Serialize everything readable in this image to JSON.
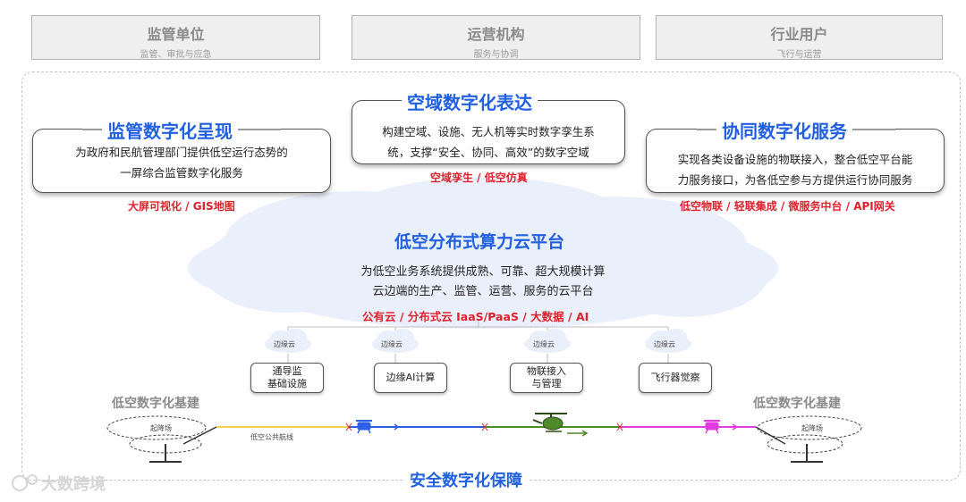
{
  "stakeholders": [
    {
      "title": "监管单位",
      "subtitle": "监管、审批与应急"
    },
    {
      "title": "运营机构",
      "subtitle": "服务与协调"
    },
    {
      "title": "行业用户",
      "subtitle": "飞行与运营"
    }
  ],
  "left_card": {
    "title": "监管数字化呈现",
    "lines": [
      "为政府和民航管理部门提供低空运行态势的",
      "一屏综合监管数字化服务"
    ],
    "tags": "大屏可视化 / GIS地图"
  },
  "center_card": {
    "title": "空域数字化表达",
    "lines": [
      "构建空域、设施、无人机等实时数字孪生系",
      "统，支撑“安全、协同、高效”的数字空域"
    ],
    "tags": "空域孪生 / 低空仿真"
  },
  "right_card": {
    "title": "协同数字化服务",
    "lines": [
      "实现各类设备设施的物联接入，整合低空平台能",
      "力服务接口，为各低空参与方提供运行协同服务"
    ],
    "tags": "低空物联 / 轻联集成 / 微服务中台 / API网关"
  },
  "platform": {
    "title": "低空分布式算力云平台",
    "lines": [
      "为低空业务系统提供成熟、可靠、超大规模计算",
      "云边端的生产、监管、运营、服务的云平台"
    ],
    "tags": "公有云 / 分布式云 IaaS/PaaS / 大数据 / AI"
  },
  "edge_clouds": [
    {
      "cloud_label": "边缘云",
      "box_lines": [
        "通导监",
        "基础设施"
      ]
    },
    {
      "cloud_label": "边缘云",
      "box_lines": [
        "边缘AI计算"
      ]
    },
    {
      "cloud_label": "边缘云",
      "box_lines": [
        "物联接入",
        "与管理"
      ]
    },
    {
      "cloud_label": "边缘云",
      "box_lines": [
        "飞行器觉察"
      ]
    }
  ],
  "infrastructure": {
    "left_label": "低空数字化基建",
    "right_label": "低空数字化基建",
    "left_pad_label": "起降场",
    "right_pad_label": "起降场",
    "route_label": "低空公共航线"
  },
  "bottom_title": "安全数字化保障",
  "watermark": "大数跨境",
  "colors": {
    "accent_blue": "#1f5fe0",
    "tag_red": "#e0202a",
    "route_yellow": "#f2d24b",
    "route_blue": "#2f5fe6",
    "route_green": "#4f8a2a",
    "route_magenta": "#e23be0"
  }
}
